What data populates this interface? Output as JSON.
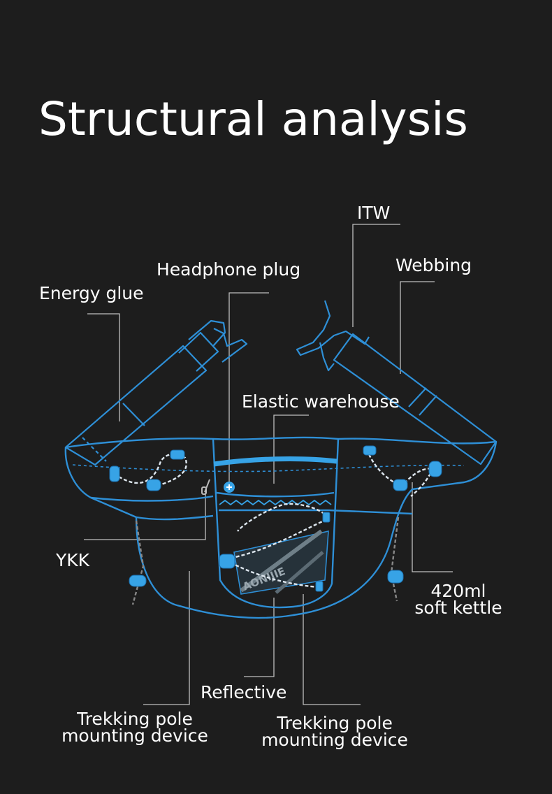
{
  "title": "Structural analysis",
  "labels": {
    "itw": "ITW",
    "webbing": "Webbing",
    "headphone_plug": "Headphone plug",
    "energy_glue": "Energy glue",
    "elastic_warehouse": "Elastic warehouse",
    "ykk": "YKK",
    "kettle_line1": "420ml",
    "kettle_line2": "soft kettle",
    "reflective": "Reflective",
    "trekking_left_line1": "Trekking pole",
    "trekking_left_line2": "mounting device",
    "trekking_right_line1": "Trekking pole",
    "trekking_right_line2": "mounting device"
  },
  "product": {
    "brand": "AONIJIE"
  },
  "colors": {
    "background": "#1d1d1d",
    "outline": "#2e8fd6",
    "accent": "#37a3e6",
    "cord": "#dde6ee",
    "leader": "#bfbfbf",
    "text": "#ffffff"
  }
}
